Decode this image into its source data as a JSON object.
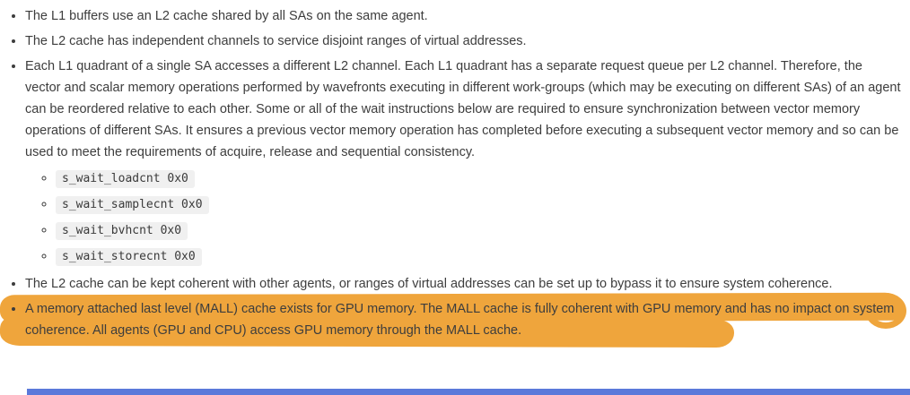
{
  "doc": {
    "bullets": [
      {
        "text": "The L1 buffers use an L2 cache shared by all SAs on the same agent."
      },
      {
        "text": "The L2 cache has independent channels to service disjoint ranges of virtual addresses."
      },
      {
        "text": "Each L1 quadrant of a single SA accesses a different L2 channel. Each L1 quadrant has a separate request queue per L2 channel. Therefore, the vector and scalar memory operations performed by wavefronts executing in different work-groups (which may be executing on different SAs) of an agent can be reordered relative to each other. Some or all of the wait instructions below are required to ensure synchronization between vector memory operations of different SAs. It ensures a previous vector memory operation has completed before executing a subsequent vector memory and so can be used to meet the requirements of acquire, release and sequential consistency.",
        "code_items": [
          "s_wait_loadcnt 0x0",
          "s_wait_samplecnt 0x0",
          "s_wait_bvhcnt 0x0",
          "s_wait_storecnt 0x0"
        ]
      },
      {
        "text": "The L2 cache can be kept coherent with other agents, or ranges of virtual addresses can be set up to bypass it to ensure system coherence."
      },
      {
        "text": "A memory attached last level (MALL) cache exists for GPU memory. The MALL cache is fully coherent with GPU memory and has no impact on system coherence. All agents (GPU and CPU) access GPU memory through the MALL cache.",
        "highlighted": true
      }
    ],
    "annotation": {
      "type": "hand-drawn-highlighter-mark",
      "color": "#efa53c"
    },
    "colors": {
      "text": "#3d3d3d",
      "code_background": "#f0f0f0",
      "highlight": "#efa53c",
      "bottom_bar": "#5b79da",
      "page_background": "#ffffff"
    }
  }
}
